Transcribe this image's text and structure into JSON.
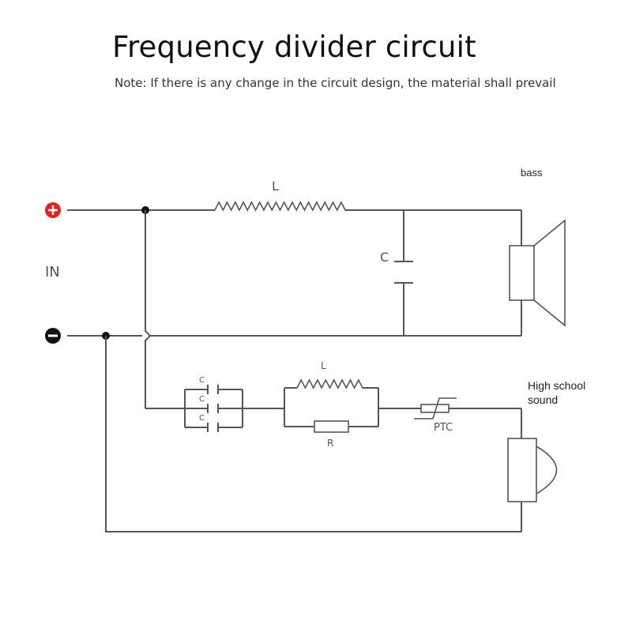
{
  "header": {
    "title": "Frequency divider circuit",
    "note": "Note: If there is any change in the circuit design, the material shall prevail"
  },
  "input": {
    "label": "IN",
    "positive_terminal": "+",
    "negative_terminal": "−",
    "positive_color": "#e52222",
    "negative_color": "#111111"
  },
  "bass_branch": {
    "speaker_label": "bass",
    "inductor_label": "L",
    "capacitor_label": "C"
  },
  "treble_branch": {
    "speaker_label_line1": "High school",
    "speaker_label_line2": "sound",
    "capacitor_labels": [
      "C",
      "C",
      "C"
    ],
    "inductor_label": "L",
    "resistor_label": "R",
    "ptc_label": "PTC"
  }
}
